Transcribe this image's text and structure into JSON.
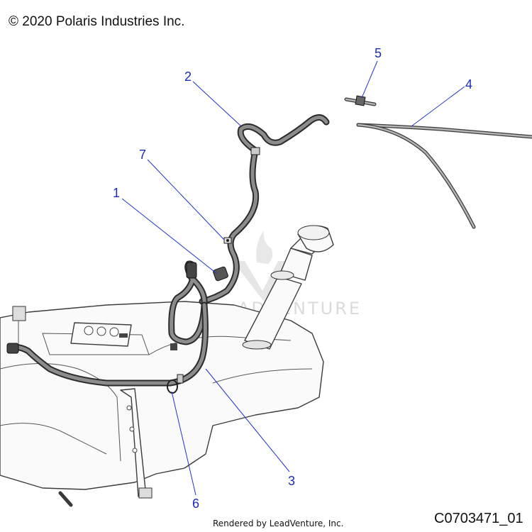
{
  "diagram": {
    "copyright": "© 2020 Polaris Industries Inc.",
    "watermark_text": "ADVENTURE",
    "rendered_by": "Rendered by LeadVenture, Inc.",
    "diagram_code": "C0703471_01",
    "callouts": [
      {
        "id": "1",
        "label": "1"
      },
      {
        "id": "2",
        "label": "2"
      },
      {
        "id": "3",
        "label": "3"
      },
      {
        "id": "4",
        "label": "4"
      },
      {
        "id": "5",
        "label": "5"
      },
      {
        "id": "6",
        "label": "6"
      },
      {
        "id": "7",
        "label": "7"
      }
    ],
    "colors": {
      "callout": "#1a2bbd",
      "leader": "#2233cc",
      "outline": "#2b2b2b"
    }
  }
}
